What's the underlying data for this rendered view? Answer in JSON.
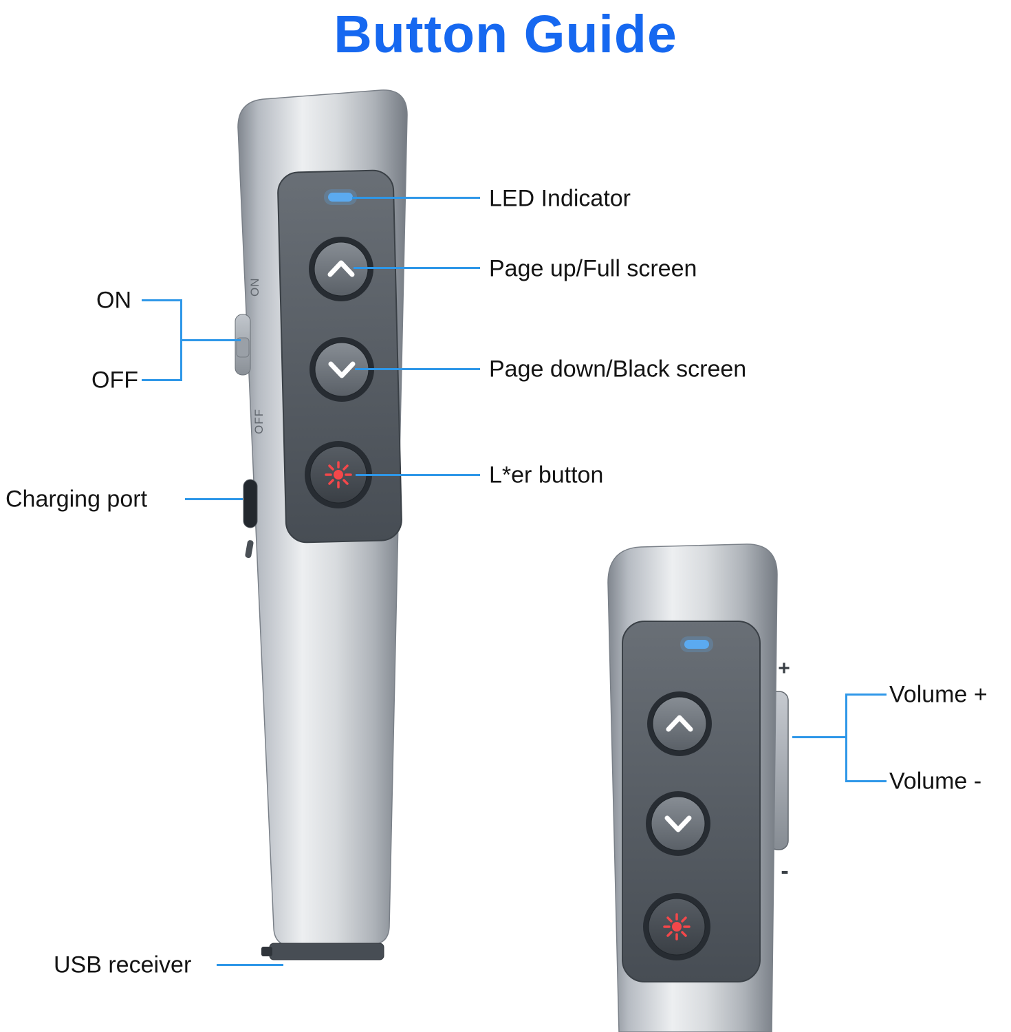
{
  "title": "Button Guide",
  "callouts": {
    "led": "LED Indicator",
    "page_up": "Page up/Full screen",
    "page_down": "Page down/Black screen",
    "laser": "L*er button",
    "on": "ON",
    "off": "OFF",
    "charging_port": "Charging port",
    "usb_receiver": "USB receiver",
    "volume_plus": "Volume +",
    "volume_minus": "Volume -"
  },
  "device_markings": {
    "switch_on": "ON",
    "switch_off": "OFF",
    "volume_plus": "+",
    "volume_minus": "-"
  },
  "colors": {
    "title_blue": "#1668F0",
    "line_blue": "#2E97E8",
    "led_blue": "#5BAAF0",
    "laser_red": "#F4474A"
  }
}
